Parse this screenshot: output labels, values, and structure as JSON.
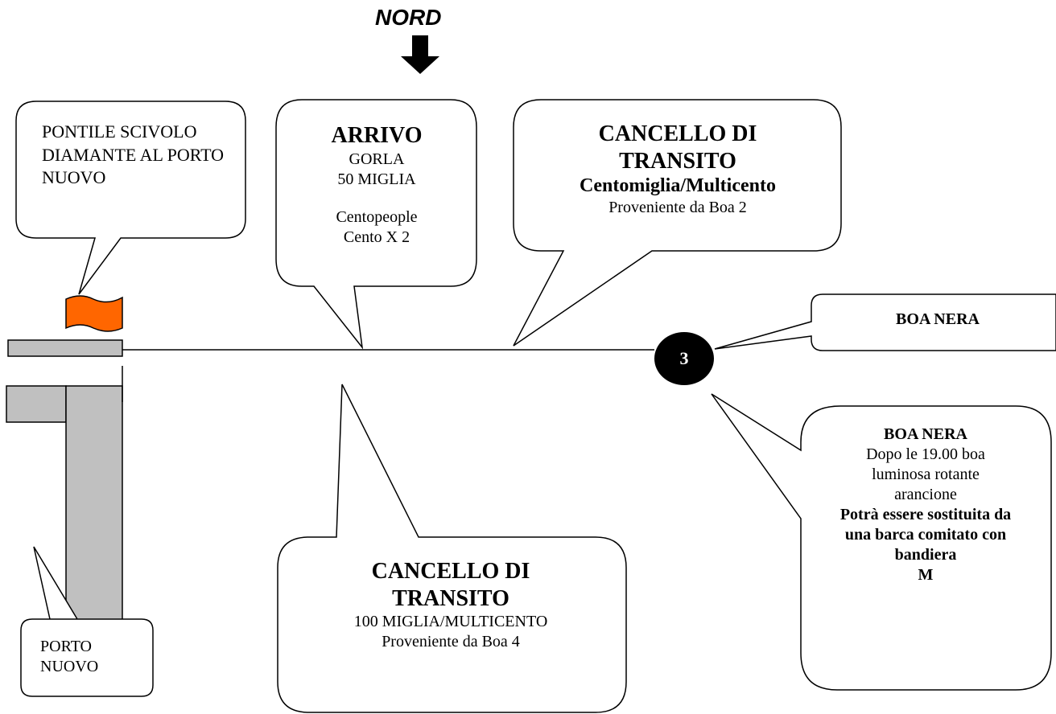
{
  "north": {
    "label": "NORD"
  },
  "callouts": {
    "pontile": {
      "text": "PONTILE SCIVOLO DIAMANTE AL PORTO NUOVO"
    },
    "arrivo": {
      "title": "ARRIVO",
      "line1": "GORLA",
      "line2": "50 MIGLIA",
      "line3": "Centopeople",
      "line4": "Cento X 2"
    },
    "cancello_north": {
      "title": "CANCELLO DI TRANSITO",
      "subtitle": "Centomiglia/Multicento",
      "note": "Proveniente da Boa 2"
    },
    "boa_nera_top": {
      "text": "BOA NERA"
    },
    "cancello_south": {
      "title": "CANCELLO DI TRANSITO",
      "line1": "100 MIGLIA/MULTICENTO",
      "line2": "Proveniente da Boa 4"
    },
    "boa_nera_bottom": {
      "title": "BOA NERA",
      "line1": "Dopo le 19.00 boa luminosa rotante arancione",
      "bold_text": "Potrà essere sostituita da una barca comitato con bandiera",
      "flag": "M"
    },
    "porto": {
      "text": "PORTO NUOVO"
    }
  },
  "buoy": {
    "number": "3"
  },
  "colors": {
    "flag": "#ff6600",
    "pier": "#c0c0c0",
    "buoy": "#000000"
  }
}
